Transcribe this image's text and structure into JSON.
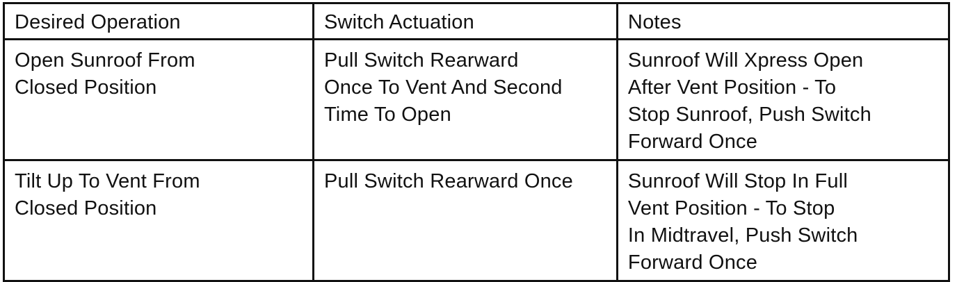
{
  "table": {
    "headers": [
      "Desired Operation",
      "Switch Actuation",
      "Notes"
    ],
    "rows": [
      [
        "Open Sunroof From\nClosed Position",
        "Pull Switch Rearward\nOnce To Vent And Second\nTime To Open",
        "Sunroof Will Xpress Open\nAfter Vent Position - To\nStop Sunroof, Push Switch\nForward Once"
      ],
      [
        "Tilt Up To Vent From\nClosed Position",
        "Pull Switch Rearward Once",
        "Sunroof Will Stop In Full\nVent Position - To Stop\nIn Midtravel, Push Switch\nForward Once"
      ]
    ]
  }
}
